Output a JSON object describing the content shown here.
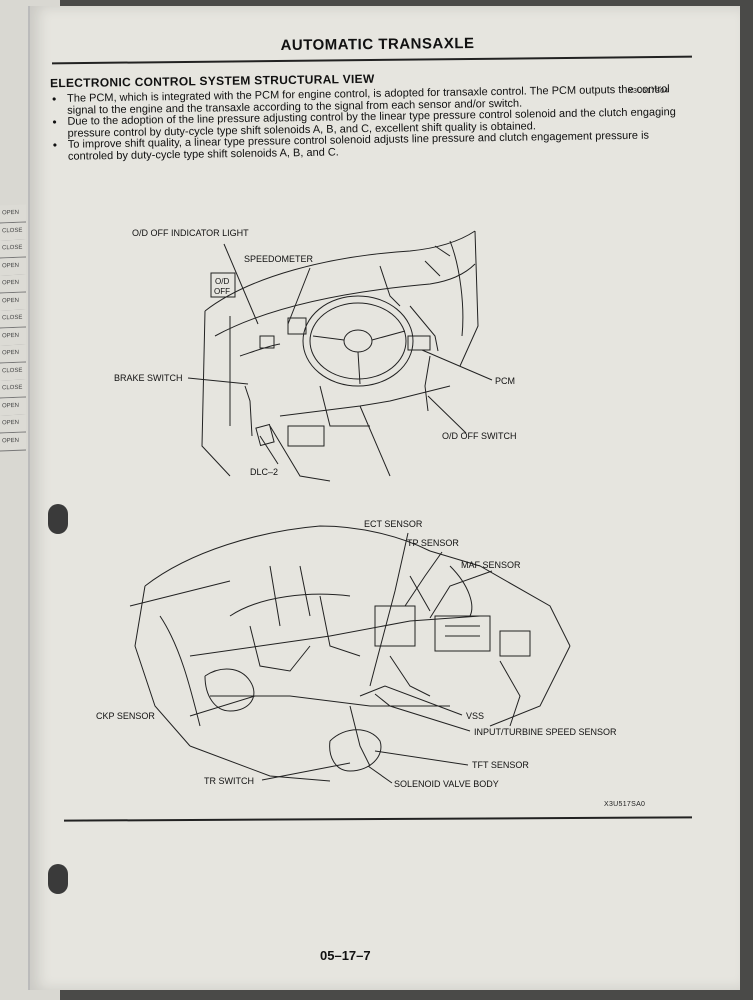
{
  "header": {
    "title": "AUTOMATIC TRANSAXLE"
  },
  "section": {
    "title": "ELECTRONIC CONTROL SYSTEM STRUCTURAL VIEW",
    "ref_code": "X3U517S04",
    "bullets": [
      "The PCM, which is integrated with the PCM for engine control, is adopted for transaxle control. The PCM outputs the control signal to the engine and the transaxle according to the signal from each sensor and/or switch.",
      "Due to the adoption of the line pressure adjusting control by the linear type pressure control solenoid and the clutch engaging pressure control by duty-cycle type shift solenoids A, B, and C, excellent shift quality is obtained.",
      "To improve shift quality, a linear type pressure control solenoid adjusts line pressure and clutch engagement pressure is controled by duty-cycle type shift solenoids A, B, and C."
    ]
  },
  "interior_diagram": {
    "labels": {
      "od_off_indicator": "O/D OFF INDICATOR LIGHT",
      "speedometer": "SPEEDOMETER",
      "od_box_line1": "O/D",
      "od_box_line2": "OFF",
      "brake_switch": "BRAKE SWITCH",
      "pcm": "PCM",
      "od_off_switch": "O/D OFF SWITCH",
      "dlc2": "DLC–2"
    }
  },
  "engine_diagram": {
    "labels": {
      "ect_sensor": "ECT SENSOR",
      "tp_sensor": "TP SENSOR",
      "maf_sensor": "MAF SENSOR",
      "ckp_sensor": "CKP SENSOR",
      "vss": "VSS",
      "input_turbine": "INPUT/TURBINE SPEED SENSOR",
      "tft_sensor": "TFT SENSOR",
      "tr_switch": "TR SWITCH",
      "solenoid_valve_body": "SOLENOID VALVE BODY"
    },
    "ref_code": "X3U517SA0"
  },
  "footer": {
    "page_number": "05–17–7"
  },
  "left_tabs": [
    "OPEN",
    "CLOSE",
    "CLOSE",
    "OPEN",
    "OPEN",
    "OPEN",
    "CLOSE",
    "OPEN",
    "OPEN",
    "CLOSE",
    "CLOSE",
    "OPEN",
    "OPEN",
    "OPEN"
  ]
}
